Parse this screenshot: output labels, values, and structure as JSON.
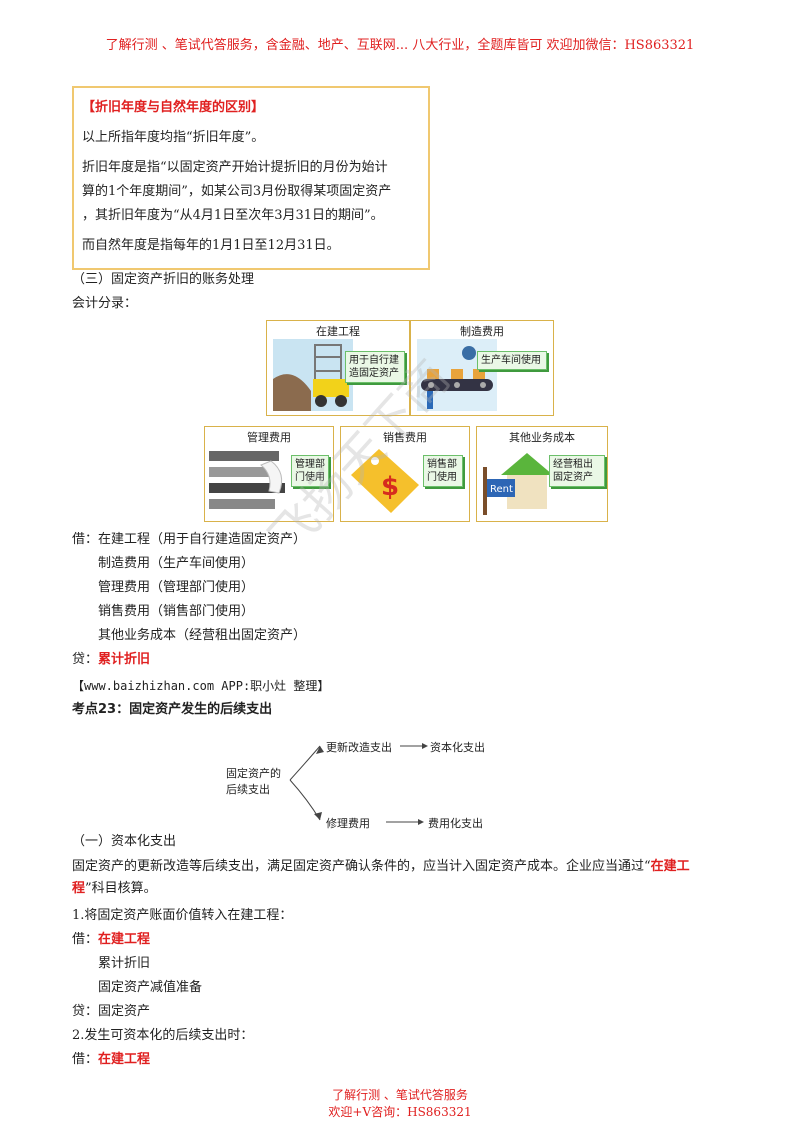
{
  "header": {
    "text": "了解行测 、笔试代答服务，含金融、地产、互联网... 八大行业，全题库皆可 欢迎加微信：HS863321"
  },
  "box": {
    "title": "【折旧年度与自然年度的区别】",
    "line1": "以上所指年度均指“折旧年度”。",
    "line2": "折旧年度是指“以固定资产开始计提折旧的月份为始计",
    "line3": "算的1个年度期间”，如某公司3月份取得某项固定资产",
    "line4": "，其折旧年度为“从4月1日至次年3月31日的期间”。",
    "line5": "而自然年度是指每年的1月1日至12月31日。"
  },
  "section3": {
    "title": "（三）固定资产折旧的账务处理",
    "sub": "会计分录："
  },
  "cards": [
    {
      "title": "在建工程",
      "note": "用于自行建造固定资产"
    },
    {
      "title": "制造费用",
      "note": "生产车间使用"
    },
    {
      "title": "管理费用",
      "note": "管理部门使用"
    },
    {
      "title": "销售费用",
      "note": "销售部门使用"
    },
    {
      "title": "其他业务成本",
      "note": "经营租出固定资产"
    }
  ],
  "entries": {
    "debit_prefix": "借：",
    "d1": "在建工程（用于自行建造固定资产）",
    "d2": "制造费用（生产车间使用）",
    "d3": "管理费用（管理部门使用）",
    "d4": "销售费用（销售部门使用）",
    "d5": "其他业务成本（经营租出固定资产）",
    "credit_prefix": "贷：",
    "c1": "累计折旧"
  },
  "source_line": "【www.baizhizhan.com APP:职小灶 整理】",
  "kp23": {
    "title": "考点23：固定资产发生的后续支出"
  },
  "diagram": {
    "root_line1": "固定资产的",
    "root_line2": "后续支出",
    "branch1": "更新改造支出",
    "result1": "资本化支出",
    "branch2": "修理费用",
    "result2": "费用化支出"
  },
  "cap": {
    "title": "（一）资本化支出",
    "para_a": "固定资产的更新改造等后续支出，满足固定资产确认条件的，应当计入固定资产成本。企业应当通过“",
    "para_red1": "在建工",
    "para_red2": "程",
    "para_b": "”科目核算。",
    "item1": "1.将固定资产账面价值转入在建工程：",
    "debit_prefix": "借：",
    "d1": "在建工程",
    "d2": "累计折旧",
    "d3": "固定资产减值准备",
    "credit_prefix": "贷：",
    "c1": "固定资产",
    "item2": "2.发生可资本化的后续支出时：",
    "debit_prefix2": "借：",
    "d4": "在建工程"
  },
  "watermark": "飞扬天下商",
  "footer": {
    "line1": "了解行测 、笔试代答服务",
    "line2": "欢迎+V咨询：HS863321"
  }
}
